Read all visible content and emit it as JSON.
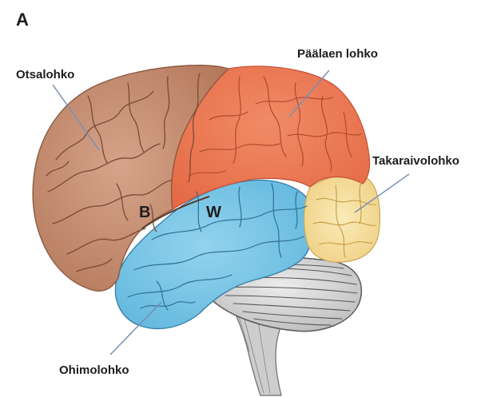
{
  "figure": {
    "panel_letter": "A",
    "labels": {
      "frontal": "Otsalohko",
      "parietal": "Päälaen lohko",
      "occipital": "Takaraivolohko",
      "temporal": "Ohimolohko",
      "broca": "B",
      "wernicke": "W"
    }
  },
  "colors": {
    "frontal": "#c99377",
    "parietal": "#ee7a57",
    "occipital": "#f5dd9b",
    "temporal": "#7cc6e5",
    "cerebellum": "#d6d6d6",
    "brainstem": "#c9c9c9",
    "leader_line": "#7a8fb3"
  }
}
